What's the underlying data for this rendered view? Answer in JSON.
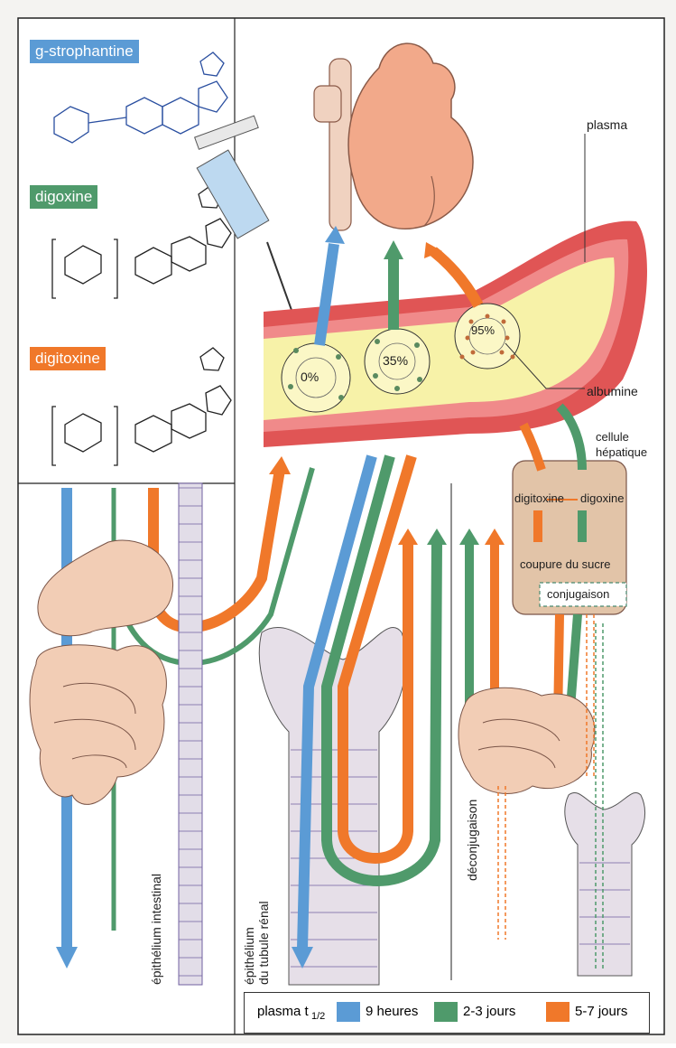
{
  "drugs": {
    "g": "g-strophantine",
    "digoxine": "digoxine",
    "digitoxine": "digitoxine"
  },
  "labels": {
    "plasma": "plasma",
    "albumine": "albumine",
    "cellule_1": "cellule",
    "cellule_2": "hépatique",
    "liver_left": "digitoxine",
    "liver_right": "digoxine",
    "coupure": "coupure du sucre",
    "conjugaison": "conjugaison",
    "deconjugaison": "déconjugaison",
    "epi_intestinal": "épithélium intestinal",
    "epi_renal_1": "épithélium",
    "epi_renal_2": "du tubule rénal"
  },
  "percent": {
    "a": "0%",
    "b": "35%",
    "c": "95%"
  },
  "legend": {
    "title": "plasma t",
    "sub": "1/2",
    "blue": "9 heures",
    "green": "2-3 jours",
    "orange": "5-7 jours"
  },
  "colors": {
    "blue": "#5b9bd5",
    "green": "#4f9a6b",
    "orange": "#f0782a",
    "vessel_red": "#e05555",
    "plasma_yellow": "#f7f2a8"
  }
}
